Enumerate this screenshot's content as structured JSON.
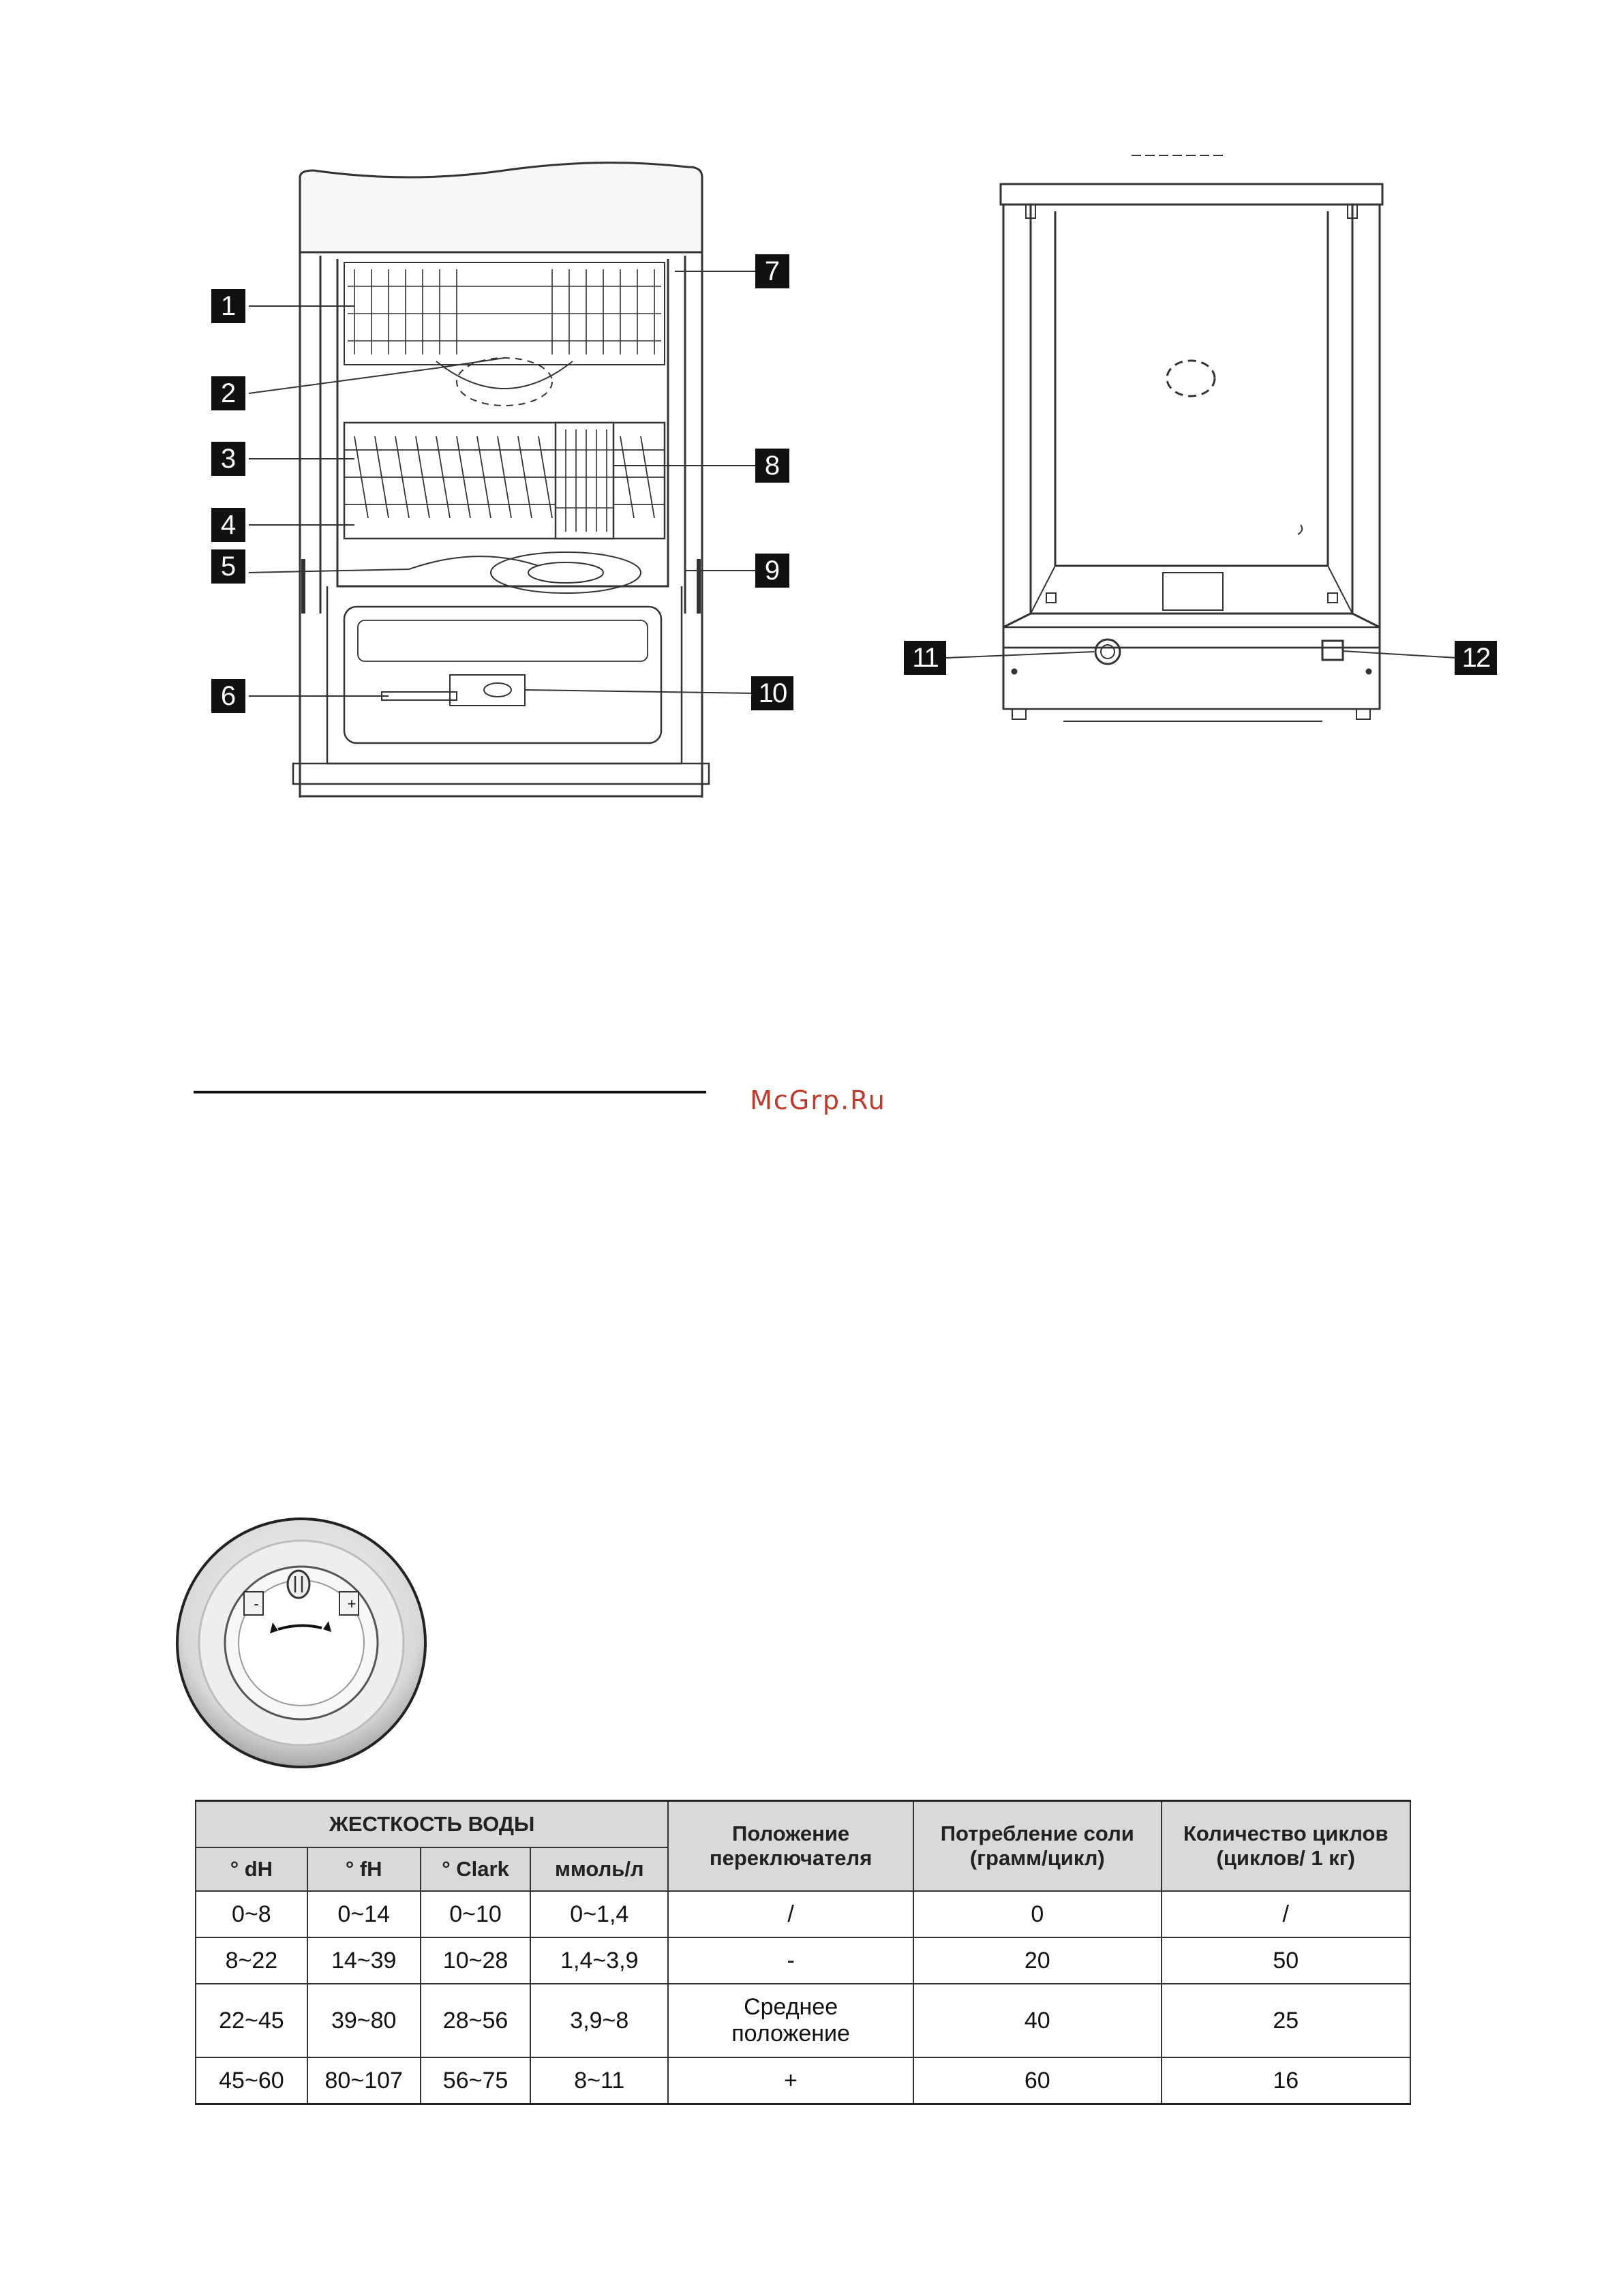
{
  "diagram": {
    "front_callouts": [
      "1",
      "2",
      "3",
      "4",
      "5",
      "6",
      "7",
      "8",
      "9",
      "10"
    ],
    "back_callouts": [
      "11",
      "12"
    ]
  },
  "watermark": "McGrp.Ru",
  "dial": {
    "minus_symbol": "-",
    "plus_symbol": "+"
  },
  "table": {
    "group_header": "ЖЕСТКОСТЬ ВОДЫ",
    "sub_headers": [
      "° dH",
      "° fH",
      "° Clark",
      "ммоль/л"
    ],
    "switch_header": "Положение переключателя",
    "salt_header": "Потребление соли (грамм/цикл)",
    "cycles_header": "Количество циклов (циклов/ 1 кг)",
    "rows": [
      [
        "0~8",
        "0~14",
        "0~10",
        "0~1,4",
        "/",
        "0",
        "/"
      ],
      [
        "8~22",
        "14~39",
        "10~28",
        "1,4~3,9",
        "-",
        "20",
        "50"
      ],
      [
        "22~45",
        "39~80",
        "28~56",
        "3,9~8",
        "Среднее положение",
        "40",
        "25"
      ],
      [
        "45~60",
        "80~107",
        "56~75",
        "8~11",
        "+",
        "60",
        "16"
      ]
    ]
  }
}
